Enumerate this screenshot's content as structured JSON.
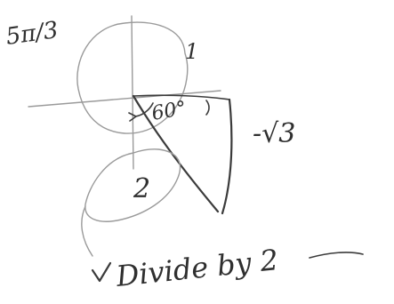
{
  "note": {
    "angle_top": "5π/3",
    "unit_circle_label": "1",
    "angle_label": "60°",
    "side_label": "-√3",
    "hypotenuse_label": "2",
    "instruction": "Divide by 2"
  },
  "colors": {
    "ink": "#3b3b3b",
    "background": "#ffffff"
  }
}
